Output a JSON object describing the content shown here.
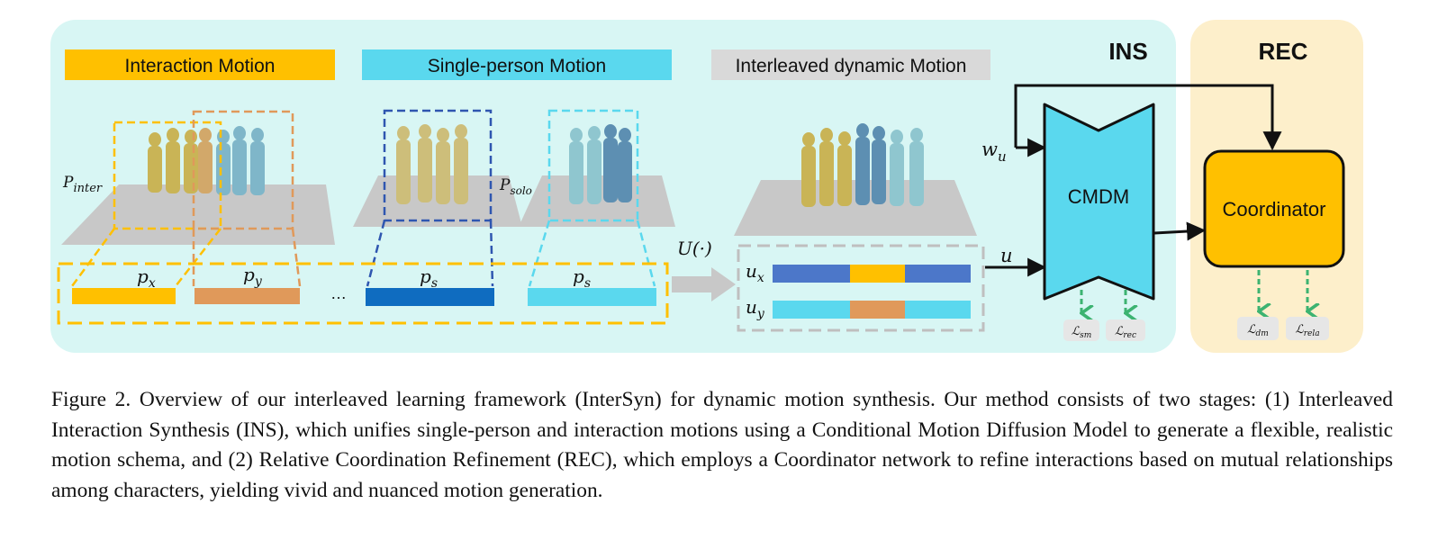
{
  "figure": {
    "stage_ins": {
      "title": "INS"
    },
    "stage_rec": {
      "title": "REC"
    },
    "tags": {
      "interaction": "Interaction Motion",
      "single": "Single-person Motion",
      "interleaved": "Interleaved dynamic Motion"
    },
    "labels": {
      "p_inter_main": "P",
      "p_inter_sub": "inter",
      "p_solo_main": "P",
      "p_solo_sub": "solo",
      "px_main": "p",
      "px_sub": "x",
      "py_main": "p",
      "py_sub": "y",
      "ps1_main": "p",
      "ps1_sub": "s",
      "ps2_main": "p",
      "ps2_sub": "s",
      "ellipsis": "…",
      "u_op": "U(·)",
      "ux_main": "u",
      "ux_sub": "x",
      "uy_main": "u",
      "uy_sub": "y",
      "wu_main": "w",
      "wu_sub": "u",
      "u": "u"
    },
    "modules": {
      "cmdm": "CMDM",
      "coordinator": "Coordinator"
    },
    "losses": {
      "sm_main": "ℒ",
      "sm_sub": "sm",
      "rec_main": "ℒ",
      "rec_sub": "rec",
      "dm_main": "ℒ",
      "dm_sub": "dm",
      "rela_main": "ℒ",
      "rela_sub": "rela"
    },
    "colors": {
      "ins_bg": "#d8f6f4",
      "rec_bg": "#fdefcb",
      "yellow": "#ffc000",
      "orange": "#e0995a",
      "cyan": "#5ad8ee",
      "blue": "#4c77c9",
      "dark_blue": "#0f6cc0",
      "gray": "#d9d9d9",
      "green": "#3cb371"
    }
  },
  "caption": {
    "text": "Figure 2. Overview of our interleaved learning framework (InterSyn) for dynamic motion synthesis. Our method consists of two stages: (1) Interleaved Interaction Synthesis (INS), which unifies single-person and interaction motions using a Conditional Motion Diffusion Model to generate a flexible, realistic motion schema, and (2) Relative Coordination Refinement (REC), which employs a Coordinator network to refine interactions based on mutual relationships among characters, yielding vivid and nuanced motion generation."
  }
}
